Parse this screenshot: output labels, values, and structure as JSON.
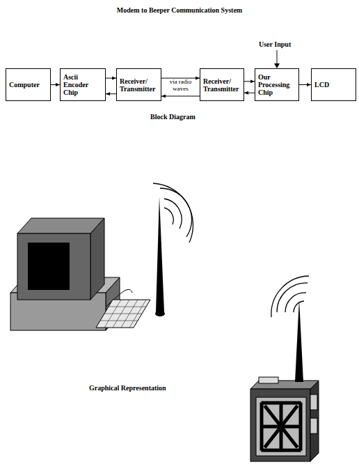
{
  "diagram": {
    "title": "Modem to Beeper Communication System",
    "nodes": [
      {
        "text": [
          "Computer"
        ]
      },
      {
        "text": [
          "Ascii Encoder Chip"
        ]
      },
      {
        "text": [
          "Receiver/ Transmitter"
        ]
      },
      {
        "text": [
          "Receiver/ Transmitter"
        ]
      },
      {
        "text": [
          "Our Processing Chip"
        ]
      },
      {
        "text": [
          "LCD"
        ]
      }
    ],
    "edges": [
      {
        "from": 0,
        "to": 1,
        "arrow": "to"
      },
      {
        "from": 1,
        "to": 2,
        "arrow": "to"
      },
      {
        "from": 2,
        "to": 1,
        "arrow": "to"
      },
      {
        "from": 2,
        "to": 3,
        "arrow": "to",
        "label": "via radio waves"
      },
      {
        "from": 3,
        "to": 2,
        "arrow": "to"
      },
      {
        "from": 3,
        "to": 4,
        "arrow": "to"
      },
      {
        "from": 4,
        "to": 3,
        "arrow": "to"
      },
      {
        "from": 4,
        "to": 5,
        "arrow": "to"
      }
    ],
    "labels": [
      "User Input",
      "Block Diagram",
      "Graphical Representation"
    ]
  }
}
